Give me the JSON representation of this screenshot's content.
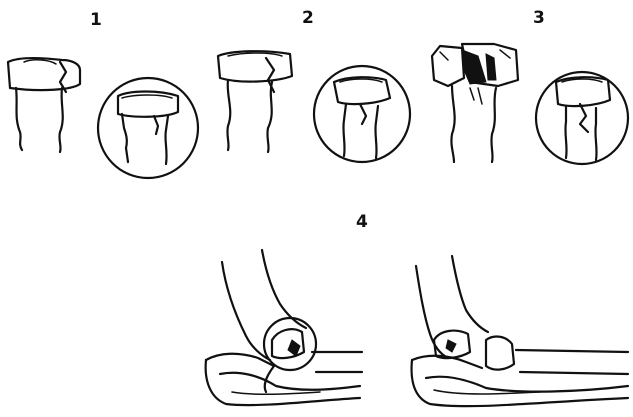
{
  "labels": {
    "panel_1": "1",
    "panel_2": "2",
    "panel_3": "3",
    "panel_4": "4"
  },
  "colors": {
    "ink": "#111111",
    "background": "#ffffff"
  }
}
